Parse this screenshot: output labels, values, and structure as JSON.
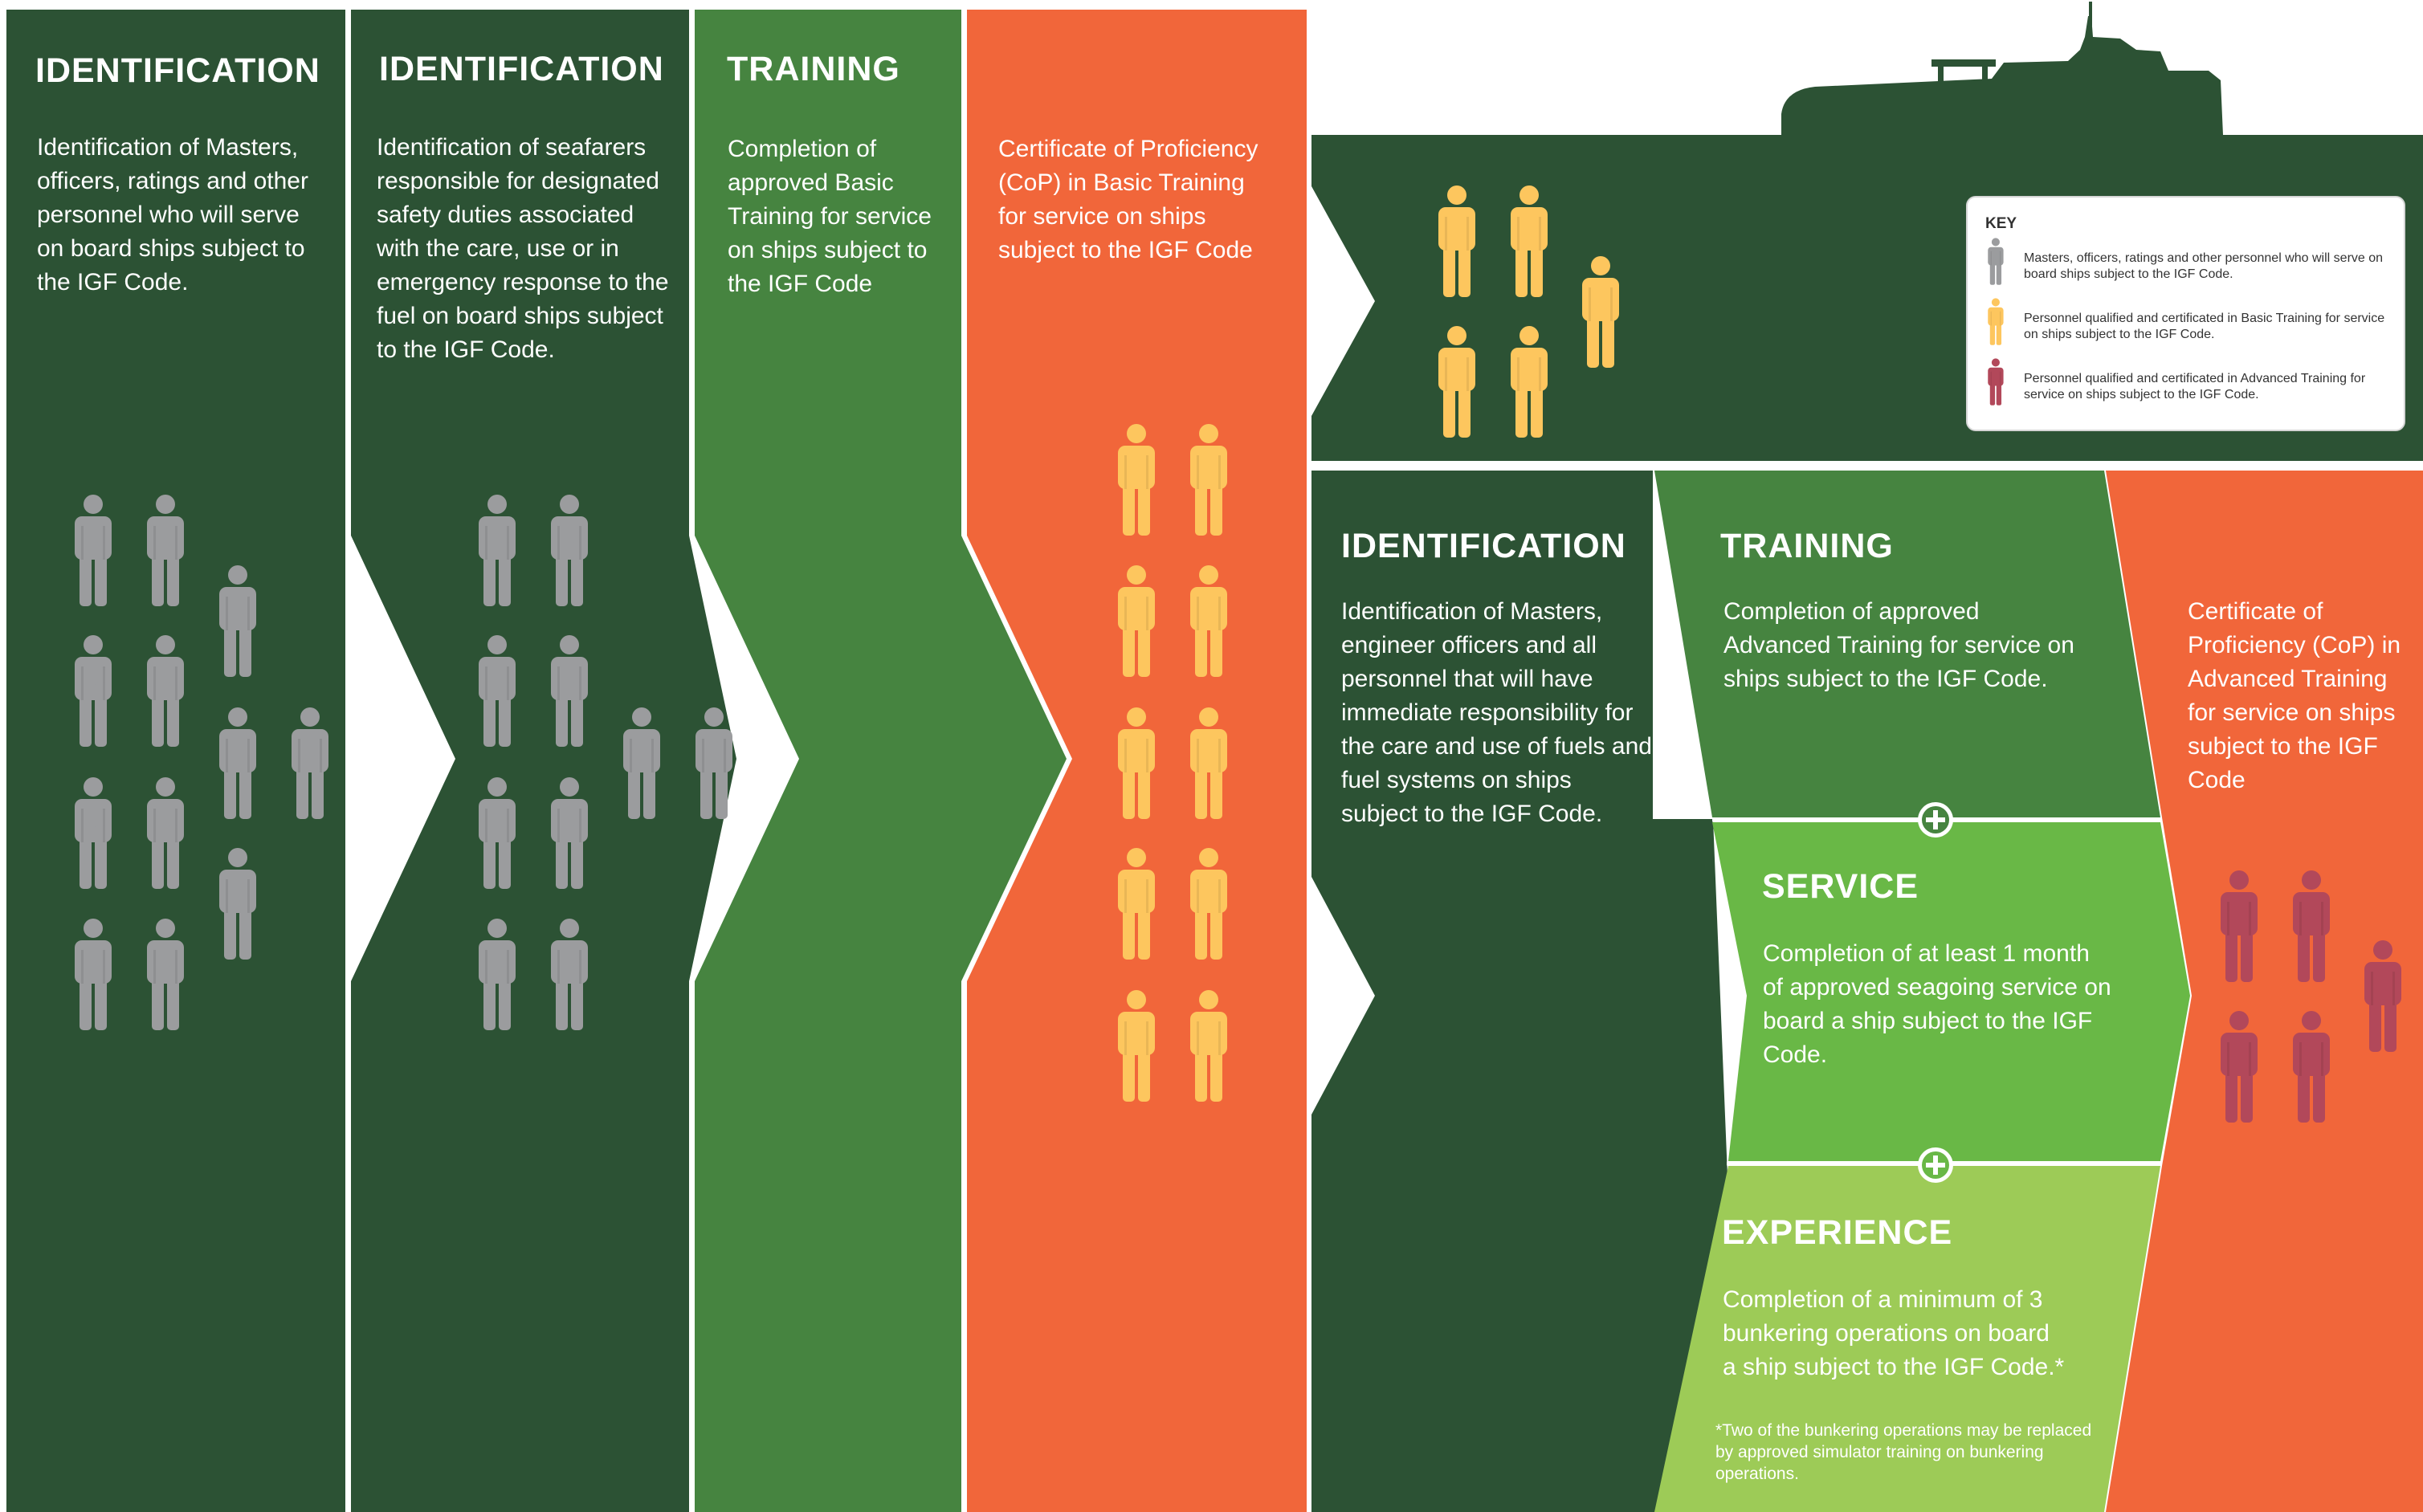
{
  "colors": {
    "dark_green": "#2c5234",
    "mid_green": "#468440",
    "orange": "#f1663a",
    "service_green": "#69b846",
    "experience_green": "#9dcb57",
    "gray_person": "#9b9c9e",
    "yellow_person": "#fdc65e",
    "red_person": "#b2485a"
  },
  "columns": [
    {
      "heading": "IDENTIFICATION",
      "body": "Identification of Masters, officers, ratings and other personnel who will serve on board ships subject to the IGF Code."
    },
    {
      "heading": "IDENTIFICATION",
      "body": "Identification of seafarers responsible for designated safety duties associated with the care, use or in emergency response to the fuel on board ships subject to the IGF Code."
    },
    {
      "heading": "TRAINING",
      "body": "Completion of approved Basic Training for service on ships subject to the IGF Code"
    },
    {
      "heading": "",
      "body": "Certificate of Proficiency (CoP) in Basic Training for service on ships subject to the IGF Code"
    }
  ],
  "advanced": {
    "identification": {
      "heading": "IDENTIFICATION",
      "body": "Identification of Masters, engineer officers and all personnel that will have immediate responsibility for the care and use of fuels and fuel systems on ships subject to the IGF Code."
    },
    "training": {
      "heading": "TRAINING",
      "body": "Completion of approved Advanced Training for service on ships subject to the IGF Code."
    },
    "service": {
      "heading": "SERVICE",
      "body": "Completion of at least 1 month of approved seagoing service on board a ship subject to the IGF Code."
    },
    "experience": {
      "heading": "EXPERIENCE",
      "body": "Completion of a minimum of 3 bunkering operations on board a ship subject to the IGF Code.*"
    },
    "footnote": "*Two of the bunkering operations may be replaced by approved simulator training on bunkering operations.",
    "certificate": {
      "body": "Certificate of Proficiency (CoP) in Advanced Training for service on ships subject to the IGF Code"
    }
  },
  "key": {
    "title": "KEY",
    "items": [
      {
        "label": "Masters, officers, ratings and other personnel who will serve on board ships subject to the IGF Code.",
        "color": "#9b9c9e"
      },
      {
        "label": "Personnel qualified and certificated in Basic Training for service on ships subject to the IGF Code.",
        "color": "#fdc65e"
      },
      {
        "label": "Personnel qualified and certificated in Advanced Training for service on ships subject to the IGF Code.",
        "color": "#b2485a"
      }
    ]
  },
  "person_counts": {
    "column1_gray": 12,
    "column2_gray": 10,
    "column4_yellow": 10,
    "ship_deck_yellow": 5,
    "advanced_red": 5
  }
}
